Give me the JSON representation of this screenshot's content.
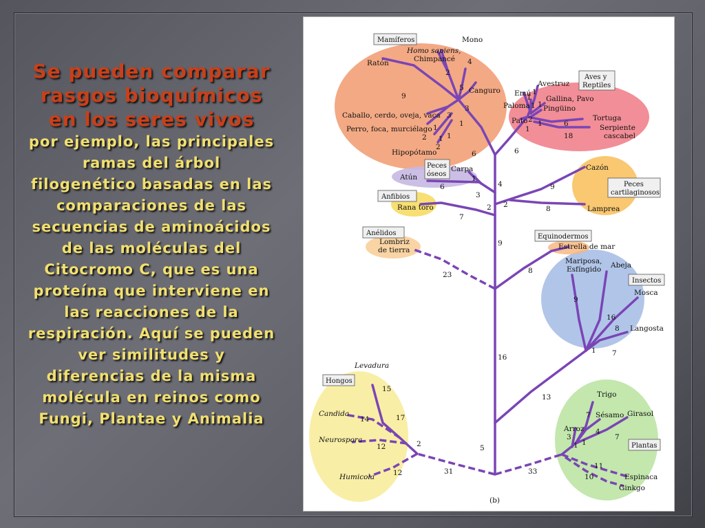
{
  "slide": {
    "heading": "Se pueden comparar rasgos bioquímicos en los seres vivos",
    "body": "por ejemplo, las principales ramas del árbol filogenético basadas en las comparaciones de las secuencias de aminoácidos de las moléculas del Citocromo C, que es una proteína que interviene en las reacciones de la respiración. Aquí se pueden ver similitudes y diferencias de la misma molécula en reinos como Fungi, Plantae y Animalia"
  },
  "figure": {
    "caption": "(b)",
    "groups": {
      "mamiferos": "Mamíferos",
      "aves": "Aves y",
      "aves2": "Reptiles",
      "peces_oseos": "Peces",
      "peces_oseos2": "óseos",
      "anfibios": "Anfibios",
      "peces_cart": "Peces",
      "peces_cart2": "cartilaginosos",
      "anelidos": "Anélidos",
      "equinodermos": "Equinodermos",
      "insectos": "Insectos",
      "hongos": "Hongos",
      "plantas": "Plantas"
    },
    "species": {
      "mono": "Mono",
      "homo": "Homo sapiens,",
      "chimpance": "Chimpancé",
      "raton": "Ratón",
      "canguro": "Canguro",
      "caballo": "Caballo, cerdo, oveja, vaca",
      "perro": "Perro, foca, murciélago",
      "hipopotamo": "Hipopótamo",
      "avestruz": "Avestruz",
      "emu": "Emú",
      "gallina": "Gallina, Pavo",
      "paloma": "Paloma",
      "pinguino": "Pingüino",
      "pato": "Pato",
      "tortuga": "Tortuga",
      "serpiente": "Serpiente",
      "cascabel": "cascabel",
      "atun": "Atún",
      "carpa": "Carpa",
      "cazon": "Cazón",
      "lamprea": "Lamprea",
      "rana": "Rana toro",
      "lombriz": "Lombriz",
      "tierra": "de tierra",
      "estrella": "Estrella de mar",
      "mariposa": "Mariposa,",
      "esfingido": "Esfíngido",
      "abeja": "Abeja",
      "mosca": "Mosca",
      "langosta": "Langosta",
      "levadura": "Levadura",
      "candida": "Candida",
      "neurospora": "Neurospora",
      "humicola": "Humicola",
      "trigo": "Trigo",
      "sesamo": "Sésamo",
      "girasol": "Girasol",
      "arroz": "Arroz",
      "espinaca": "Espinaca",
      "ginkgo": "Ginkgo"
    },
    "numbers": {
      "n_mono": "4",
      "n_homo": "2",
      "n_5": "5",
      "n_3a": "3",
      "n_1a": "1",
      "n_raton": "9",
      "n_cab3": "3",
      "n_cab1": "1",
      "n_p2a": "2",
      "n_p1b": "1",
      "n_p1c": "1",
      "n_p2d": "2",
      "n_mam6": "6",
      "n_av1": "1",
      "n_em1": "1",
      "n_pa1": "1",
      "n_pi1": "1",
      "n_pt2": "2",
      "n_pt1": "1",
      "n_to6": "6",
      "n_se18": "18",
      "n_1b": "1",
      "n_av6": "6",
      "n_carpa": "1",
      "n_atun": "6",
      "n_po3": "3",
      "n_4": "4",
      "n_2a": "2",
      "n_2b": "2",
      "n_caz9": "9",
      "n_lam8": "8",
      "n_rana": "7",
      "n_9": "9",
      "n_23": "23",
      "n_8": "8",
      "n_ins9": "9",
      "n_16a": "16",
      "n_ins8": "8",
      "n_ins1": "1",
      "n_ins7": "7",
      "n_16b": "16",
      "n_13": "13",
      "n_15": "15",
      "n_17": "17",
      "n_14": "14",
      "n_12a": "12",
      "n_2c": "2",
      "n_12b": "12",
      "n_31": "31",
      "n_5b": "5",
      "n_33": "33",
      "n_pl7a": "7",
      "n_pl4": "4",
      "n_pl7b": "7",
      "n_pl3": "3",
      "n_pl1a": "1",
      "n_pl1b": "1",
      "n_pl11": "11",
      "n_pl10": "10"
    }
  }
}
